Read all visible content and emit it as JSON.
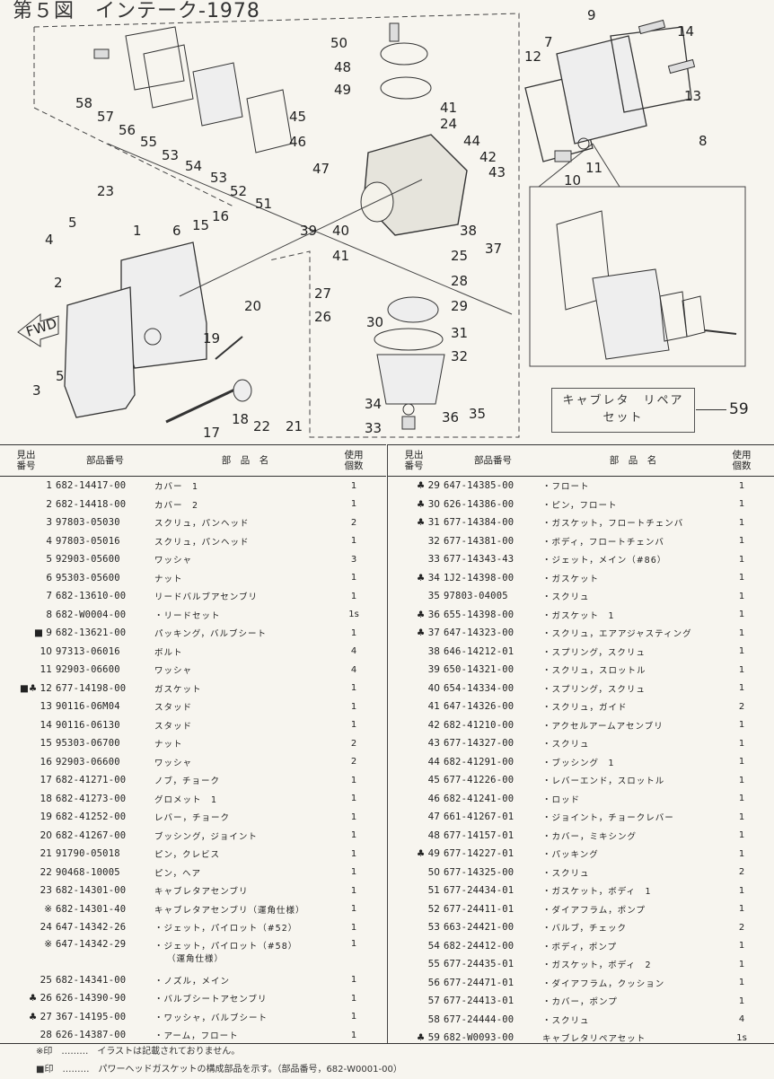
{
  "figure": {
    "title": "第５図　インテーク-1978",
    "callouts": [
      "50",
      "48",
      "49",
      "41",
      "24",
      "44",
      "42",
      "43",
      "9",
      "14",
      "7",
      "12",
      "13",
      "8",
      "11",
      "10",
      "58",
      "57",
      "56",
      "55",
      "53",
      "54",
      "53",
      "52",
      "51",
      "45",
      "46",
      "47",
      "23",
      "5",
      "4",
      "2",
      "1",
      "6",
      "15",
      "16",
      "39",
      "40",
      "41",
      "25",
      "38",
      "37",
      "28",
      "27",
      "26",
      "30",
      "29",
      "31",
      "32",
      "20",
      "19",
      "3",
      "5",
      "18",
      "22",
      "21",
      "17",
      "34",
      "33",
      "36",
      "35",
      "59"
    ],
    "fwd_label": "FWD",
    "repair_box": {
      "line1": "キャブレタ　リペア",
      "line2": "セット",
      "number": "59"
    }
  },
  "table": {
    "headers": {
      "no": "見出番号",
      "no1": "見出",
      "no2": "番号",
      "part_number": "部品番号",
      "name": "部　品　名",
      "qty1": "使用",
      "qty2": "個数"
    },
    "left": [
      {
        "no": "1",
        "pn": "682-14417-00",
        "name": "カバー　1",
        "qty": "1"
      },
      {
        "no": "2",
        "pn": "682-14418-00",
        "name": "カバー　2",
        "qty": "1"
      },
      {
        "no": "3",
        "pn": "97803-05030",
        "name": "スクリュ，パンヘッド",
        "qty": "2"
      },
      {
        "no": "4",
        "pn": "97803-05016",
        "name": "スクリュ，パンヘッド",
        "qty": "1"
      },
      {
        "no": "5",
        "pn": "92903-05600",
        "name": "ワッシャ",
        "qty": "3"
      },
      {
        "no": "6",
        "pn": "95303-05600",
        "name": "ナット",
        "qty": "1"
      },
      {
        "no": "7",
        "pn": "682-13610-00",
        "name": "リードバルブアセンブリ",
        "qty": "1"
      },
      {
        "no": "8",
        "pn": "682-W0004-00",
        "name": "・リードセット",
        "qty": "1s"
      },
      {
        "no": "■ 9",
        "pn": "682-13621-00",
        "name": "パッキング，バルブシート",
        "qty": "1"
      },
      {
        "no": "10",
        "pn": "97313-06016",
        "name": "ボルト",
        "qty": "4"
      },
      {
        "no": "11",
        "pn": "92903-06600",
        "name": "ワッシャ",
        "qty": "4"
      },
      {
        "no": "■♣ 12",
        "pn": "677-14198-00",
        "name": "ガスケット",
        "qty": "1"
      },
      {
        "no": "13",
        "pn": "90116-06M04",
        "name": "スタッド",
        "qty": "1"
      },
      {
        "no": "14",
        "pn": "90116-06130",
        "name": "スタッド",
        "qty": "1"
      },
      {
        "no": "15",
        "pn": "95303-06700",
        "name": "ナット",
        "qty": "2"
      },
      {
        "no": "16",
        "pn": "92903-06600",
        "name": "ワッシャ",
        "qty": "2"
      },
      {
        "no": "17",
        "pn": "682-41271-00",
        "name": "ノブ，チョーク",
        "qty": "1"
      },
      {
        "no": "18",
        "pn": "682-41273-00",
        "name": "グロメット　1",
        "qty": "1"
      },
      {
        "no": "19",
        "pn": "682-41252-00",
        "name": "レバー，チョーク",
        "qty": "1"
      },
      {
        "no": "20",
        "pn": "682-41267-00",
        "name": "ブッシング，ジョイント",
        "qty": "1"
      },
      {
        "no": "21",
        "pn": "91790-05018",
        "name": "ピン，クレビス",
        "qty": "1"
      },
      {
        "no": "22",
        "pn": "90468-10005",
        "name": "ピン，ヘア",
        "qty": "1"
      },
      {
        "no": "23",
        "pn": "682-14301-00",
        "name": "キャブレタアセンブリ",
        "qty": "1"
      },
      {
        "no": "※",
        "pn": "682-14301-40",
        "name": "キャブレタアセンブリ（運角仕様）",
        "qty": "1"
      },
      {
        "no": "24",
        "pn": "647-14342-26",
        "name": "・ジェット，パイロット（#52）",
        "qty": "1"
      },
      {
        "no": "※",
        "pn": "647-14342-29",
        "name": "・ジェット，パイロット（#58）",
        "name2": "（運角仕様）",
        "qty": "1",
        "tall": true
      },
      {
        "no": "25",
        "pn": "682-14341-00",
        "name": "・ノズル，メイン",
        "qty": "1"
      },
      {
        "no": "♣ 26",
        "pn": "626-14390-90",
        "name": "・バルブシートアセンブリ",
        "qty": "1"
      },
      {
        "no": "♣ 27",
        "pn": "367-14195-00",
        "name": "・ワッシャ，バルブシート",
        "qty": "1"
      },
      {
        "no": "28",
        "pn": "626-14387-00",
        "name": "・アーム，フロート",
        "qty": "1"
      }
    ],
    "right": [
      {
        "no": "♣ 29",
        "pn": "647-14385-00",
        "name": "・フロート",
        "qty": "1"
      },
      {
        "no": "♣ 30",
        "pn": "626-14386-00",
        "name": "・ピン，フロート",
        "qty": "1"
      },
      {
        "no": "♣ 31",
        "pn": "677-14384-00",
        "name": "・ガスケット，フロートチェンバ",
        "qty": "1"
      },
      {
        "no": "32",
        "pn": "677-14381-00",
        "name": "・ボディ，フロートチェンバ",
        "qty": "1"
      },
      {
        "no": "33",
        "pn": "677-14343-43",
        "name": "・ジェット，メイン（#86）",
        "qty": "1"
      },
      {
        "no": "♣ 34",
        "pn": "1J2-14398-00",
        "name": "・ガスケット",
        "qty": "1"
      },
      {
        "no": "35",
        "pn": "97803-04005",
        "name": "・スクリュ",
        "qty": "1"
      },
      {
        "no": "♣ 36",
        "pn": "655-14398-00",
        "name": "・ガスケット　1",
        "qty": "1"
      },
      {
        "no": "♣ 37",
        "pn": "647-14323-00",
        "name": "・スクリュ，エアアジャスティング",
        "qty": "1"
      },
      {
        "no": "38",
        "pn": "646-14212-01",
        "name": "・スプリング，スクリュ",
        "qty": "1"
      },
      {
        "no": "39",
        "pn": "650-14321-00",
        "name": "・スクリュ，スロットル",
        "qty": "1"
      },
      {
        "no": "40",
        "pn": "654-14334-00",
        "name": "・スプリング，スクリュ",
        "qty": "1"
      },
      {
        "no": "41",
        "pn": "647-14326-00",
        "name": "・スクリュ，ガイド",
        "qty": "2"
      },
      {
        "no": "42",
        "pn": "682-41210-00",
        "name": "・アクセルアームアセンブリ",
        "qty": "1"
      },
      {
        "no": "43",
        "pn": "677-14327-00",
        "name": "・スクリュ",
        "qty": "1"
      },
      {
        "no": "44",
        "pn": "682-41291-00",
        "name": "・ブッシング　1",
        "qty": "1"
      },
      {
        "no": "45",
        "pn": "677-41226-00",
        "name": "・レバーエンド，スロットル",
        "qty": "1"
      },
      {
        "no": "46",
        "pn": "682-41241-00",
        "name": "・ロッド",
        "qty": "1"
      },
      {
        "no": "47",
        "pn": "661-41267-01",
        "name": "・ジョイント，チョークレバー",
        "qty": "1"
      },
      {
        "no": "48",
        "pn": "677-14157-01",
        "name": "・カバー，ミキシング",
        "qty": "1"
      },
      {
        "no": "♣ 49",
        "pn": "677-14227-01",
        "name": "・パッキング",
        "qty": "1"
      },
      {
        "no": "50",
        "pn": "677-14325-00",
        "name": "・スクリュ",
        "qty": "2"
      },
      {
        "no": "51",
        "pn": "677-24434-01",
        "name": "・ガスケット，ボディ　1",
        "qty": "1"
      },
      {
        "no": "52",
        "pn": "677-24411-01",
        "name": "・ダイアフラム，ポンプ",
        "qty": "1"
      },
      {
        "no": "53",
        "pn": "663-24421-00",
        "name": "・バルブ，チェック",
        "qty": "2"
      },
      {
        "no": "54",
        "pn": "682-24412-00",
        "name": "・ボディ，ポンプ",
        "qty": "1"
      },
      {
        "no": "55",
        "pn": "677-24435-01",
        "name": "・ガスケット，ボディ　2",
        "qty": "1"
      },
      {
        "no": "56",
        "pn": "677-24471-01",
        "name": "・ダイアフラム，クッション",
        "qty": "1"
      },
      {
        "no": "57",
        "pn": "677-24413-01",
        "name": "・カバー，ポンプ",
        "qty": "1"
      },
      {
        "no": "58",
        "pn": "677-24444-00",
        "name": "・スクリュ",
        "qty": "4"
      },
      {
        "no": "♣ 59",
        "pn": "682-W0093-00",
        "name": "キャブレタリペアセット",
        "qty": "1s"
      }
    ]
  },
  "notes": [
    "※印　………　イラストは記載されておりません。",
    "■印　………　パワーヘッドガスケットの構成部品を示す。（部品番号，682-W0001-00）"
  ],
  "colors": {
    "paper": "#f7f5ef",
    "ink": "#222222"
  }
}
